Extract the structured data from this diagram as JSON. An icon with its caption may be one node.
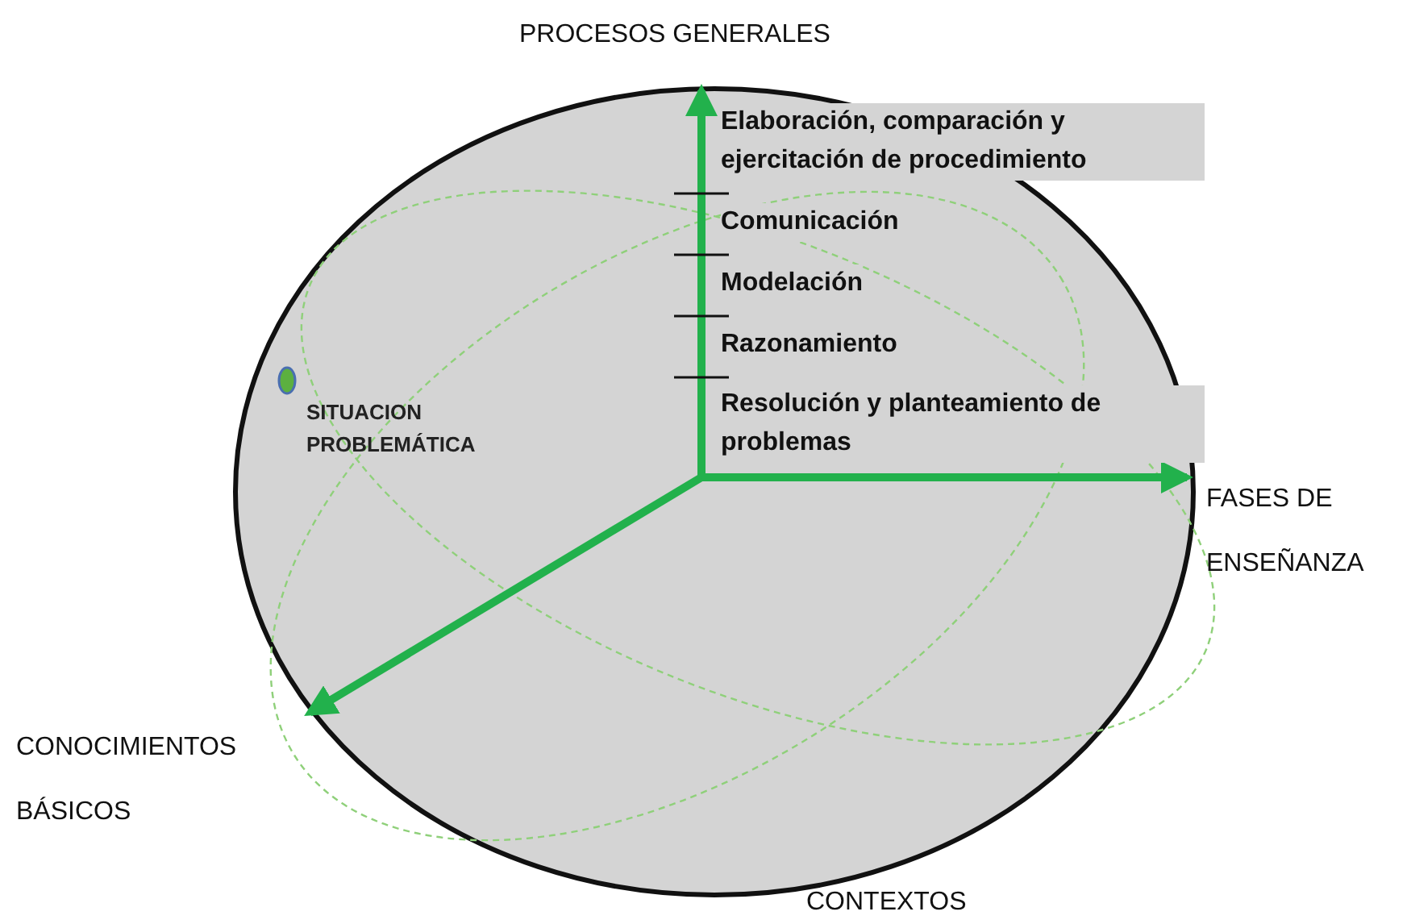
{
  "diagram": {
    "nodes": [
      {
        "text": [],
        "shape": "ellipse",
        "beside": [
          "SITUACION PROBLEMÁTICA"
        ]
      }
    ],
    "labels": [
      "PROCESOS GENERALES",
      "Elaboración, comparación y ejercitación de procedimiento",
      "Comunicación",
      "Modelación",
      "Razonamiento",
      "Resolución y planteamiento de problemas",
      "FASES DE ENSEÑANZA",
      "CONOCIMIENTOS BÁSICOS",
      "CONTEXTOS"
    ]
  }
}
